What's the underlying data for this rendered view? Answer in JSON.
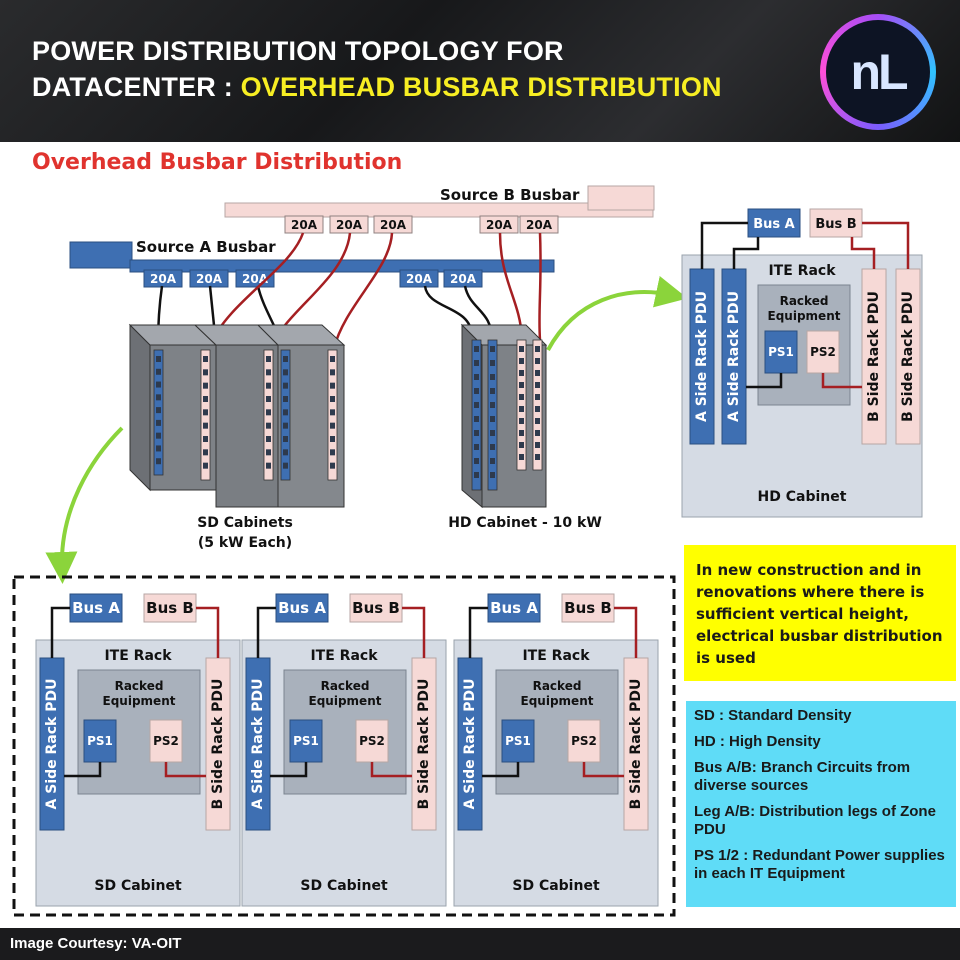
{
  "header": {
    "title_line1": "POWER DISTRIBUTION TOPOLOGY FOR",
    "title_line2_prefix": "DATACENTER : ",
    "title_line2_highlight": "OVERHEAD BUSBAR  DISTRIBUTION",
    "logo_text": "nL"
  },
  "section_title": "Overhead Busbar Distribution",
  "busbars": {
    "source_a": "Source A Busbar",
    "source_b": "Source B Busbar",
    "breaker_label": "20A"
  },
  "cabinets": {
    "sd_caption_1": "SD Cabinets",
    "sd_caption_2": "(5 kW Each)",
    "hd_caption": "HD Cabinet - 10 kW"
  },
  "rack_diagram": {
    "bus_a": "Bus A",
    "bus_b": "Bus B",
    "ite_rack": "ITE Rack",
    "racked_1": "Racked",
    "racked_2": "Equipment",
    "ps1": "PS1",
    "ps2": "PS2",
    "a_pdu": "A Side Rack PDU",
    "b_pdu": "B Side Rack PDU",
    "sd_cabinet": "SD Cabinet",
    "hd_cabinet": "HD Cabinet"
  },
  "note": "In new construction and in renovations where there is sufficient vertical height, electrical busbar distribution is used",
  "legend": [
    "SD : Standard Density",
    "HD : High Density",
    "Bus A/B: Branch Circuits from diverse sources",
    "Leg A/B: Distribution legs of Zone PDU",
    "PS 1/2 : Redundant Power supplies in each IT Equipment"
  ],
  "footer": "Image Courtesy: VA-OIT",
  "colors": {
    "bus_a": "#3e6fb2",
    "bus_b": "#f6d9d6",
    "wire_a": "#111111",
    "wire_b": "#a51f22",
    "arrow": "#8bd43b",
    "cabinet_bg": "#d5dbe4",
    "note_bg": "#ffff00",
    "legend_bg": "#5fdcf7"
  }
}
